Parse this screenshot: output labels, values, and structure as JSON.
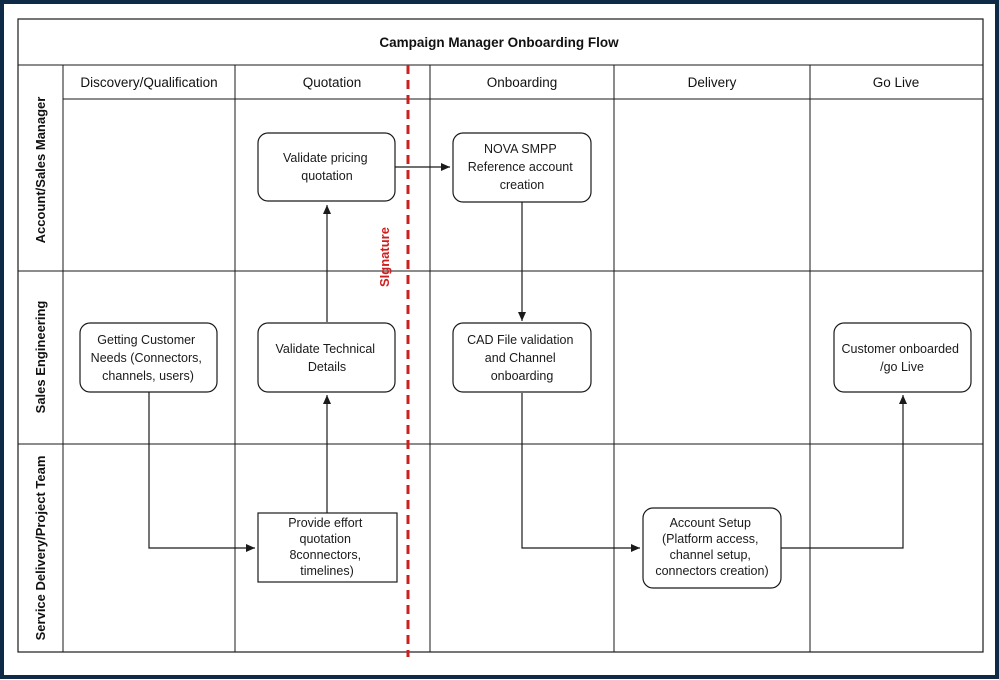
{
  "diagram": {
    "title": "Campaign Manager Onboarding Flow",
    "columns": [
      "Discovery/Qualification",
      "Quotation",
      "Onboarding",
      "Delivery",
      "Go Live"
    ],
    "lanes": [
      "Account/Sales Manager",
      "Sales Engineering",
      "Service Delivery/Project Team"
    ],
    "signature_label": "SIgnature",
    "colors": {
      "border": "#0e2a47",
      "line": "#1a1a1a",
      "signature": "#cc1f1f"
    },
    "nodes": {
      "validate_pricing": [
        "Validate pricing",
        "quotation"
      ],
      "nova_smpp": [
        "NOVA SMPP",
        "Reference account",
        "creation"
      ],
      "getting_needs": [
        "Getting Customer",
        "Needs (Connectors,",
        "channels, users)"
      ],
      "validate_technical": [
        "Validate Technical",
        "Details"
      ],
      "cad_file": [
        "CAD File validation",
        "and Channel",
        "onboarding"
      ],
      "customer_onboarded": [
        "Customer onboarded",
        "/go Live"
      ],
      "provide_effort": [
        "Provide effort",
        "quotation",
        "8connectors,",
        "timelines)"
      ],
      "account_setup": [
        "Account Setup",
        "(Platform access,",
        "channel setup,",
        "connectors creation)"
      ]
    }
  }
}
